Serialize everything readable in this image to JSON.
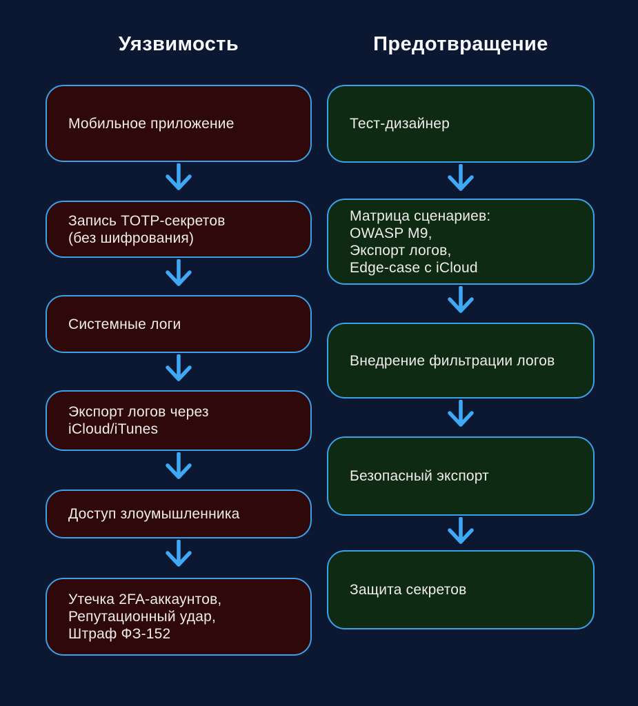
{
  "page": {
    "background": "#0c1732"
  },
  "colors": {
    "accent_border": "#3ba1e8",
    "arrow": "#3fa9f5",
    "vulnerability_fill": "#2f080a",
    "prevention_fill": "#0e2a13",
    "heading_text": "#f7f9fc",
    "node_text": "#efecea"
  },
  "columns": [
    {
      "id": "vulnerability",
      "heading": "Уязвимость",
      "nodes": [
        {
          "text": "Мобильное приложение"
        },
        {
          "text": "Запись TOTP-секретов\n(без шифрования)"
        },
        {
          "text": "Системные логи"
        },
        {
          "text": "Экспорт логов через\niCloud/iTunes"
        },
        {
          "text": "Доступ злоумышленника"
        },
        {
          "text": "Утечка 2FA-аккаунтов,\nРепутационный удар,\nШтраф ФЗ-152"
        }
      ]
    },
    {
      "id": "prevention",
      "heading": "Предотвращение",
      "nodes": [
        {
          "text": "Тест-дизайнер"
        },
        {
          "text": "Матрица сценариев:\nOWASP M9,\nЭкспорт логов,\nEdge-case с iCloud"
        },
        {
          "text": "Внедрение фильтрации логов"
        },
        {
          "text": "Безопасный экспорт"
        },
        {
          "text": "Защита секретов"
        }
      ]
    }
  ]
}
